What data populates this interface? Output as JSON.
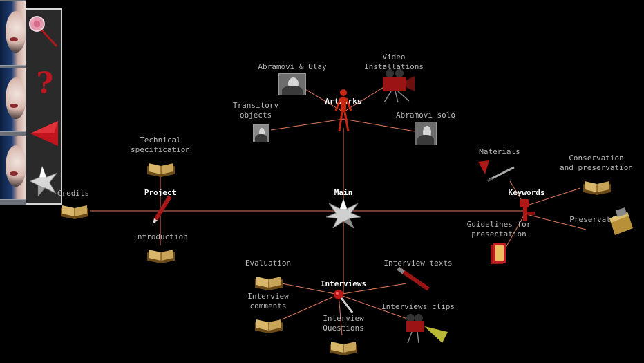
{
  "nodes": {
    "main": "Main",
    "artworks": "Artworks",
    "project": "Project",
    "keywords": "Keywords",
    "interviews": "Interviews",
    "abramovic_ulay": "Abramovi & Ulay",
    "video_installations": "Video\nInstallations",
    "transitory_objects": "Transitory\nobjects",
    "abramovic_solo": "Abramovi solo",
    "technical_specification": "Technical\nspecification",
    "credits": "Credits",
    "introduction": "Introduction",
    "materials": "Materials",
    "conservation_preservation": "Conservation\nand preservation",
    "preservation": "Preservation",
    "guidelines_presentation": "Guidelines for\npresentation",
    "evaluation": "Evaluation",
    "interview_texts": "Interview texts",
    "interview_comments": "Interview\ncomments",
    "interviews_clips": "Interviews clips",
    "interview_questions": "Interview\nQuestions"
  },
  "toolbar": {
    "tools": [
      "magnifier-icon",
      "help-question-icon",
      "back-arrow-icon",
      "home-star-icon"
    ]
  },
  "colors": {
    "background": "#000000",
    "connector": "#e07a5f",
    "label": "#b8b8b8",
    "hub_label": "#ffffff",
    "accent_red": "#b01818"
  }
}
